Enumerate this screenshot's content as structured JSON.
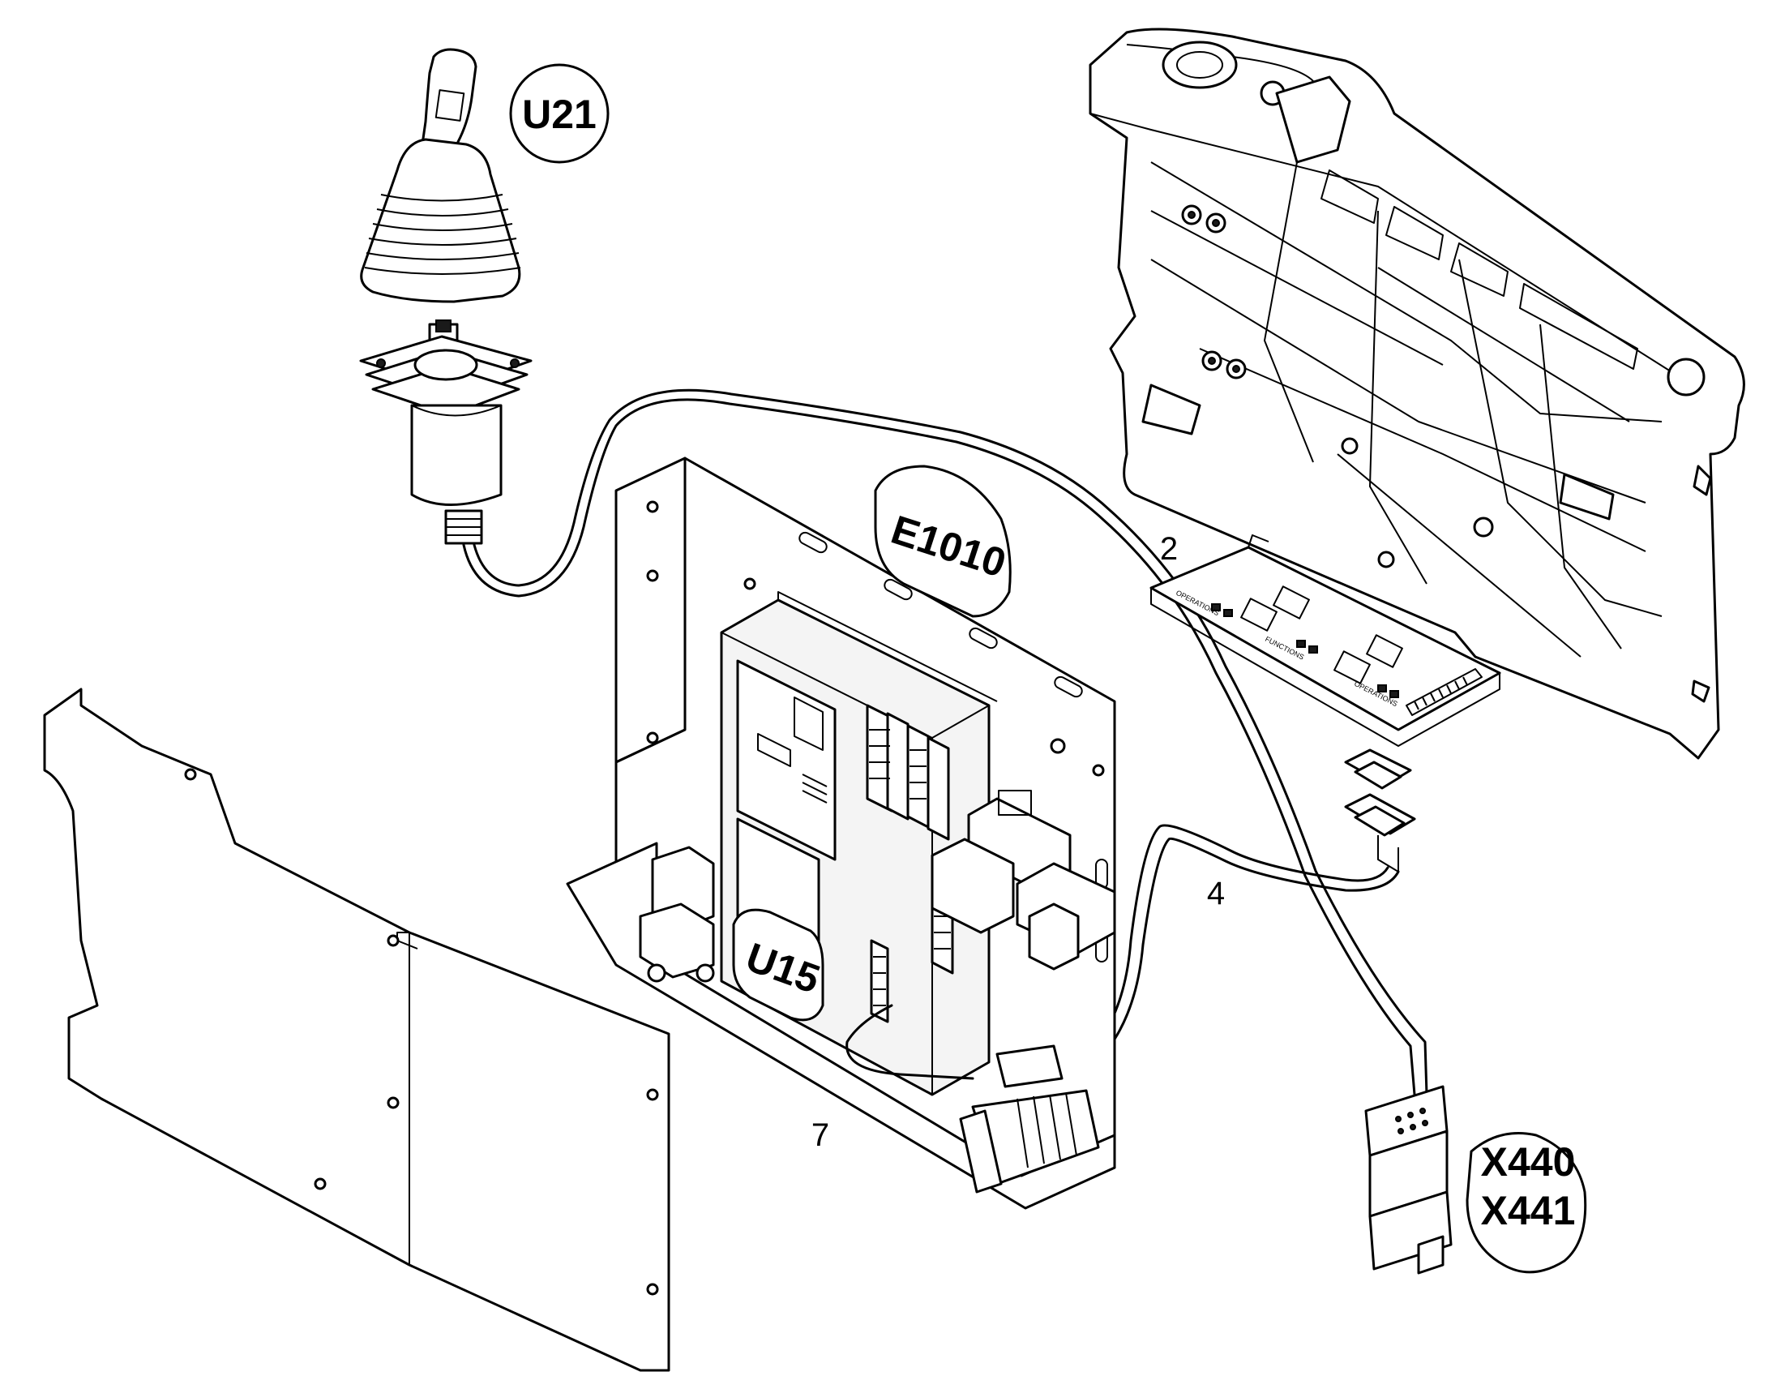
{
  "diagram": {
    "labels": {
      "joystick_badge": "U21",
      "panel_badge": "E1010",
      "module_badge": "U15",
      "connector_badge_line1": "X440",
      "connector_badge_line2": "X441",
      "callout_2": "2",
      "callout_4": "4",
      "callout_7": "7"
    }
  }
}
